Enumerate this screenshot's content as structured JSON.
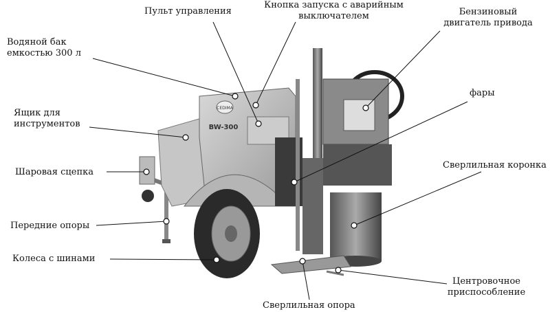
{
  "labels": {
    "control_panel": "Пульт управления",
    "start_button_1": "Кнопка запуска с аварийным",
    "start_button_2": "выключателем",
    "engine_1": "Бензиновый",
    "engine_2": "двигатель привода",
    "water_tank_1": "Водяной бак",
    "water_tank_2": "емкостью 300 л",
    "headlights": "фары",
    "toolbox_1": "Ящик для",
    "toolbox_2": "инструментов",
    "drill_crown": "Сверлильная коронка",
    "ball_hitch": "Шаровая сцепка",
    "front_supports": "Передние опоры",
    "wheels": "Колеса с шинами",
    "centering_1": "Центровочное",
    "centering_2": "приспособление",
    "drill_support": "Сверлильная опора"
  },
  "machine": {
    "brand": "CEDIMA",
    "model": "BW-300"
  }
}
